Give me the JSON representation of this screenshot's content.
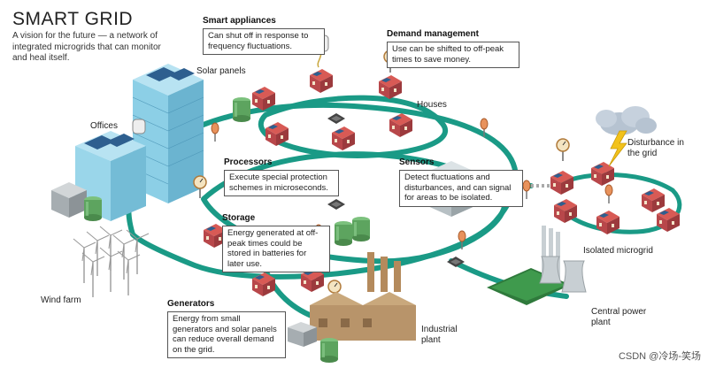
{
  "title": "SMART GRID",
  "subtitle": "A vision for the future — a network of integrated microgrids that can monitor and heal itself.",
  "labels": {
    "solar_panels": "Solar panels",
    "offices": "Offices",
    "houses": "Houses",
    "disturbance": "Disturbance in the grid",
    "isolated_microgrid": "Isolated microgrid",
    "wind_farm": "Wind farm",
    "industrial_plant": "Industrial plant",
    "central_power_plant": "Central power plant"
  },
  "callouts": {
    "smart_appliances": {
      "heading": "Smart appliances",
      "text": "Can shut off in response to frequency fluctuations."
    },
    "demand_management": {
      "heading": "Demand management",
      "text": "Use can be shifted to off-peak times to save money."
    },
    "processors": {
      "heading": "Processors",
      "text": "Execute special protection schemes in microseconds."
    },
    "sensors": {
      "heading": "Sensors",
      "text": "Detect fluctuations and disturbances, and can signal for areas to be isolated."
    },
    "storage": {
      "heading": "Storage",
      "text": "Energy generated at off-peak times could be stored in batteries for later use."
    },
    "generators": {
      "heading": "Generators",
      "text": "Energy from small generators and solar panels can reduce overall demand on the grid."
    }
  },
  "watermark": "CSDN @冷场-笑场",
  "colors": {
    "grid_line": "#1a9a86",
    "roof": "#d85a55",
    "house_wall": "#b8474a",
    "battery": "#5da45f",
    "tower": "#8ccfe6",
    "factory": "#c9a87c",
    "plant": "#c8cfd3",
    "cloud": "#b6c3d1",
    "lightning": "#f2c21b"
  },
  "icons": [
    "house-icon",
    "battery-icon",
    "wind-turbine-icon",
    "meter-icon",
    "processor-chip-icon",
    "cloud-icon",
    "lightning-icon",
    "sensor-icon",
    "smart-plug-icon"
  ]
}
